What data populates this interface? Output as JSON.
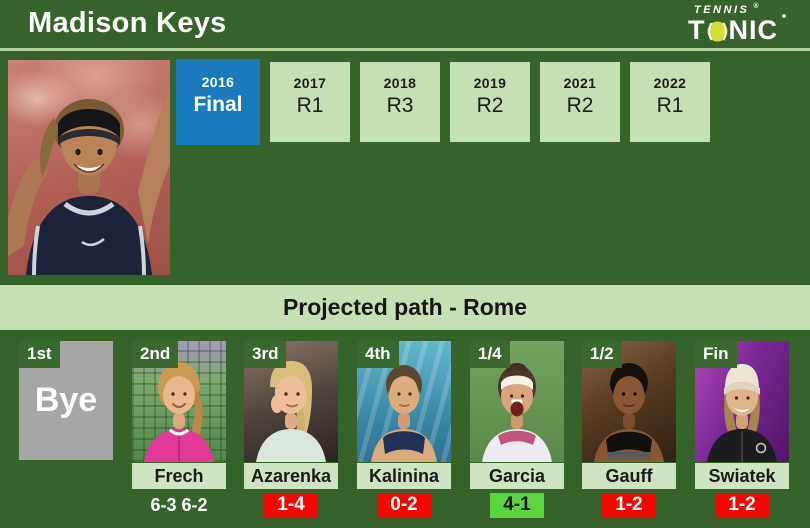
{
  "header": {
    "player_name": "Madison Keys",
    "logo": {
      "top": "TENNIS",
      "registered_mark": "®",
      "bottom_left": "T",
      "bottom_right": "NIC"
    }
  },
  "tournament_history": [
    {
      "year": "2016",
      "round": "Final",
      "active": true
    },
    {
      "year": "2017",
      "round": "R1",
      "active": false
    },
    {
      "year": "2018",
      "round": "R3",
      "active": false
    },
    {
      "year": "2019",
      "round": "R2",
      "active": false
    },
    {
      "year": "2021",
      "round": "R2",
      "active": false
    },
    {
      "year": "2022",
      "round": "R1",
      "active": false
    }
  ],
  "projected_path": {
    "title": "Projected path - Rome"
  },
  "opponents": [
    {
      "round_label": "1st",
      "name": "Bye",
      "type": "bye"
    },
    {
      "round_label": "2nd",
      "name": "Frech",
      "match_score": "6-3 6-2"
    },
    {
      "round_label": "3rd",
      "name": "Azarenka",
      "head_to_head": "1-4",
      "status": "unfavorable"
    },
    {
      "round_label": "4th",
      "name": "Kalinina",
      "head_to_head": "0-2",
      "status": "unfavorable"
    },
    {
      "round_label": "1/4",
      "name": "Garcia",
      "head_to_head": "4-1",
      "status": "favorable"
    },
    {
      "round_label": "1/2",
      "name": "Gauff",
      "head_to_head": "1-2",
      "status": "unfavorable"
    },
    {
      "round_label": "Fin",
      "name": "Swiatek",
      "head_to_head": "1-2",
      "status": "unfavorable"
    }
  ],
  "icons": {
    "logo_ball": "tennis-ball-icon"
  },
  "colors": {
    "background_green": "#35632a",
    "panel_light_green": "#c7dfb4",
    "active_round_blue": "#1a7abc",
    "h2h_negative_red": "#f60505",
    "h2h_positive_green": "#5bd53d",
    "bye_gray": "#a6a6a6"
  }
}
